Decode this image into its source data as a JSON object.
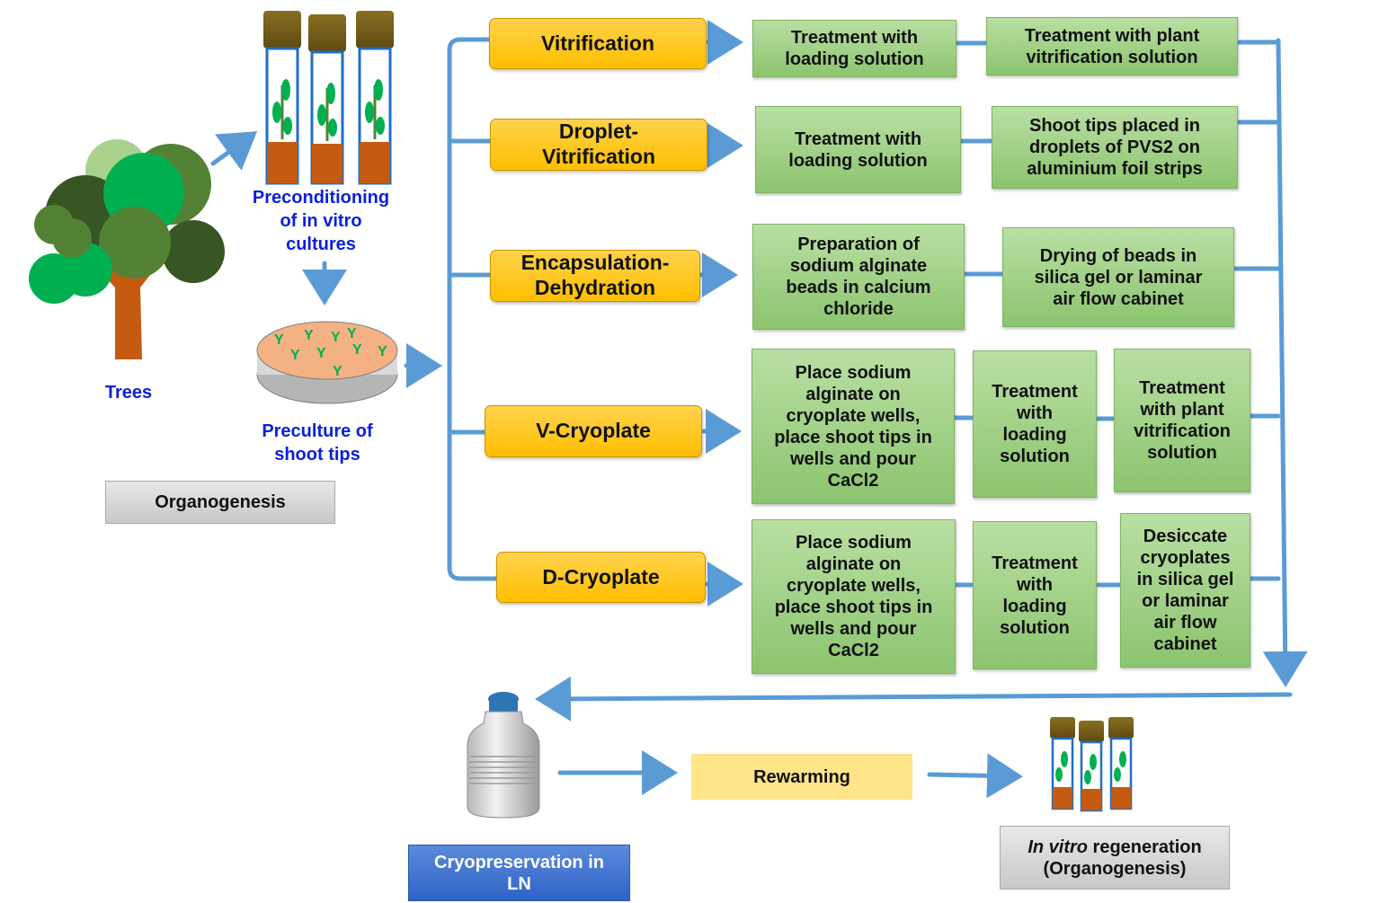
{
  "sources": {
    "trees": "Trees",
    "preconditioning": "Preconditioning\nof in vitro\ncultures",
    "preculture": "Preculture of\nshoot tips",
    "organogenesis": "Organogenesis"
  },
  "methods": [
    {
      "label": "Vitrification",
      "steps": [
        "Treatment with\nloading solution",
        "Treatment with plant\nvitrification solution"
      ]
    },
    {
      "label": "Droplet-\nVitrification",
      "steps": [
        "Treatment with\nloading solution",
        "Shoot tips placed in\ndroplets of PVS2 on\naluminium foil strips"
      ]
    },
    {
      "label": "Encapsulation-\nDehydration",
      "steps": [
        "Preparation of\nsodium alginate\nbeads in calcium\nchloride",
        "Drying of beads in\nsilica gel or laminar\nair flow cabinet"
      ]
    },
    {
      "label": "V-Cryoplate",
      "steps": [
        "Place sodium\nalginate on\ncryoplate wells,\nplace shoot tips in\nwells and pour\nCaCl2",
        "Treatment\nwith\nloading\nsolution",
        "Treatment\nwith plant\nvitrification\nsolution"
      ]
    },
    {
      "label": "D-Cryoplate",
      "steps": [
        "Place sodium\nalginate on\ncryoplate wells,\nplace shoot tips in\nwells and pour\nCaCl2",
        "Treatment\nwith\nloading\nsolution",
        "Desiccate\ncryoplates\nin silica gel\nor laminar\nair flow\ncabinet"
      ]
    }
  ],
  "bottom": {
    "cryo": "Cryopreservation in\nLN",
    "rewarming": "Rewarming",
    "regen_italic": "In vitro",
    "regen_rest": " regeneration",
    "regen_line2": "(Organogenesis)"
  },
  "colors": {
    "arrow": "#5b9bd5",
    "method": "#ffc000",
    "step": "#a9d18e",
    "label": "#0b21d6"
  }
}
